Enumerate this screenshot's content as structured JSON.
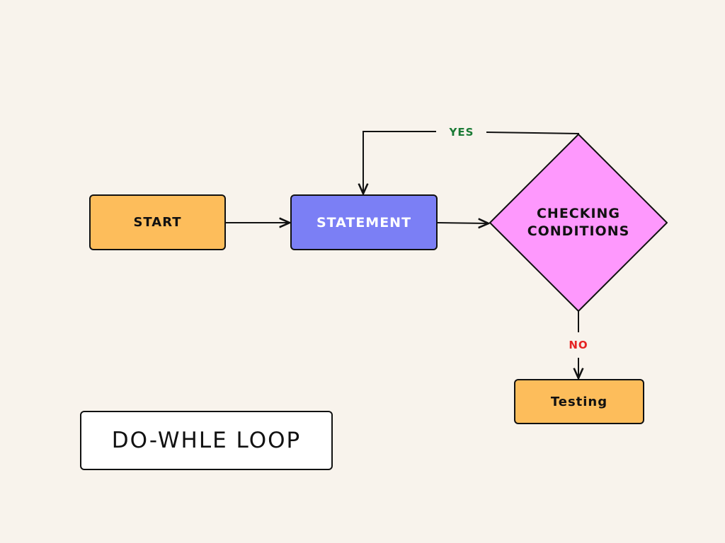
{
  "diagram": {
    "nodes": {
      "start": {
        "label": "START",
        "fill": "#fdbd5b"
      },
      "statement": {
        "label": "STATEMENT",
        "fill": "#7b7ff5"
      },
      "decision": {
        "label_line1": "CHECKING",
        "label_line2": "CONDITIONS",
        "fill": "#fe98fd"
      },
      "testing": {
        "label": "Testing",
        "fill": "#fdbd5b"
      }
    },
    "edges": [
      {
        "from": "START",
        "to": "STATEMENT"
      },
      {
        "from": "STATEMENT",
        "to": "CHECKING CONDITIONS"
      },
      {
        "from": "CHECKING CONDITIONS",
        "to": "STATEMENT",
        "label": "YES"
      },
      {
        "from": "CHECKING CONDITIONS",
        "to": "Testing",
        "label": "NO"
      }
    ],
    "branch_labels": {
      "yes": {
        "text": "YES",
        "color": "#1a7a35"
      },
      "no": {
        "text": "NO",
        "color": "#e52323"
      }
    },
    "title": "DO-WHLE LOOP"
  }
}
